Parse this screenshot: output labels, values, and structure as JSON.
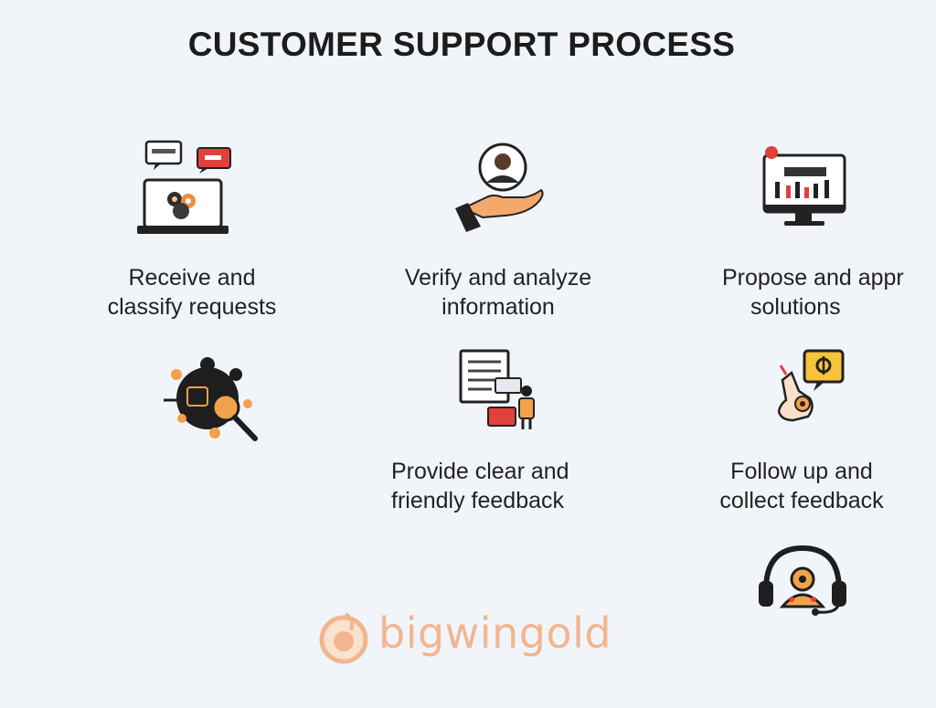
{
  "title": "CUSTOMER SUPPORT PROCESS",
  "steps": [
    {
      "line1": "Receive and",
      "line2": "classify requests",
      "icon": "laptop-chat-icon"
    },
    {
      "line1": "Verify and analyze",
      "line2": "information",
      "icon": "hand-user-icon"
    },
    {
      "line1": "Propose and appr",
      "line2": "solutions",
      "icon": "monitor-chart-icon"
    },
    {
      "line1": "Provide clear and",
      "line2": "friendly feedback",
      "icon": "document-feedback-icon"
    },
    {
      "line1": "Follow up and",
      "line2": "collect feedback",
      "icon": "hand-speech-icon"
    }
  ],
  "extra_icons": [
    "magnifier-gear-icon",
    "headset-support-icon"
  ],
  "logo": {
    "text": "bigwingold",
    "color": "#f3b58f"
  },
  "colors": {
    "background": "#f1f5fa",
    "accent_orange": "#f2a24a",
    "accent_red": "#e0413a",
    "dark": "#1e1e1e"
  }
}
